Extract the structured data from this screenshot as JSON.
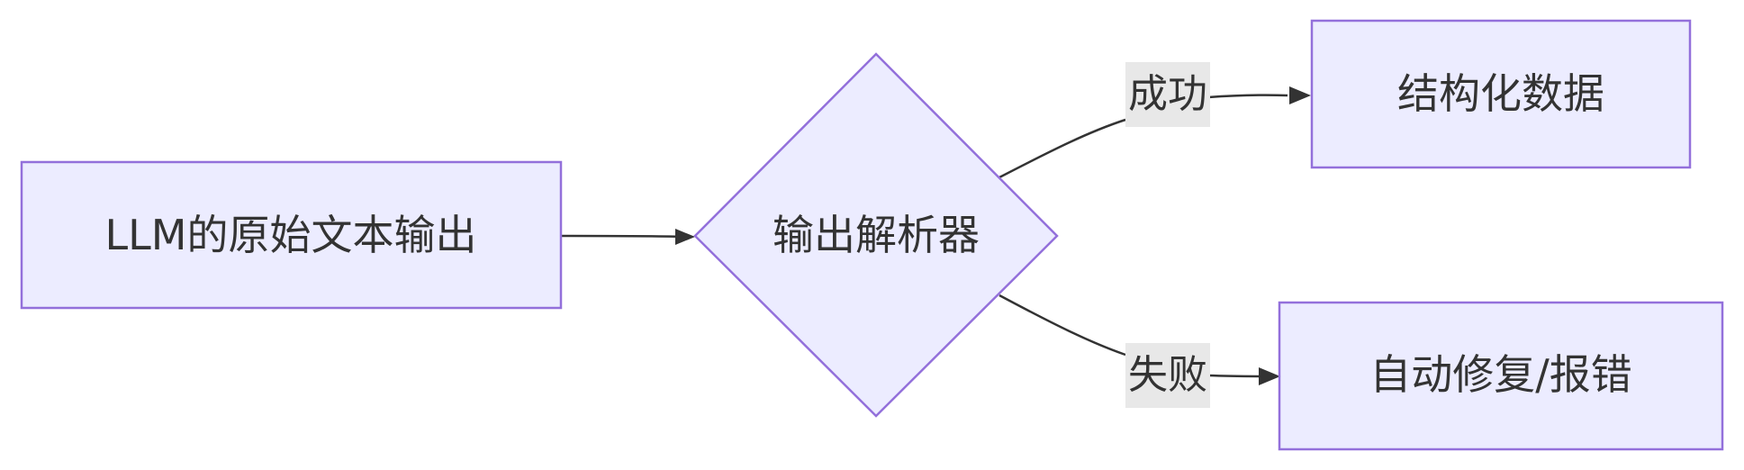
{
  "nodes": {
    "input": {
      "label": "LLM的原始文本输出"
    },
    "parser": {
      "label": "输出解析器"
    },
    "structured": {
      "label": "结构化数据"
    },
    "repair": {
      "label": "自动修复/报错"
    }
  },
  "edges": {
    "success": {
      "label": "成功"
    },
    "failure": {
      "label": "失败"
    }
  },
  "colors": {
    "node_fill": "#ECECFF",
    "node_stroke": "#9370DB",
    "edge": "#333333",
    "label_bg": "#E8E8E8",
    "text": "#333333"
  }
}
